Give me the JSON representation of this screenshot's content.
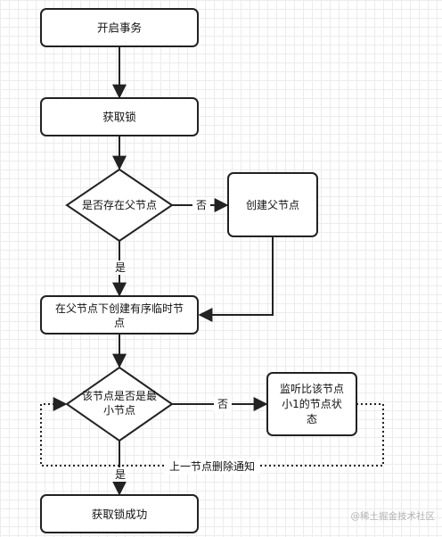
{
  "nodes": {
    "start_transaction": "开启事务",
    "acquire_lock": "获取锁",
    "parent_exists": "是否存在父节点",
    "create_parent": "创建父节点",
    "create_child": [
      "在父节点下创建有序临时节",
      "点"
    ],
    "is_smallest": [
      "该节点是否是最",
      "小节点"
    ],
    "watch_previous": [
      "监听比该节点",
      "小1的节点状",
      "态"
    ],
    "lock_success": "获取锁成功"
  },
  "edges": {
    "no_label_1": "否",
    "yes_label_1": "是",
    "no_label_2": "否",
    "yes_label_2": "是",
    "notify_label": "上一节点删除通知"
  },
  "watermark": "@稀土掘金技术社区"
}
